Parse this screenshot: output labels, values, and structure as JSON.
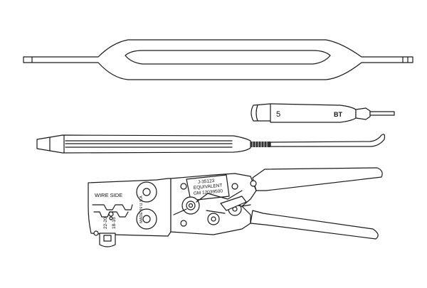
{
  "diagram": {
    "background": "#ffffff",
    "line_color": "#1a1a1a",
    "tools": {
      "pick_tool": {
        "label": "5",
        "brand": "BT"
      },
      "crimper": {
        "part_number": "J-35123",
        "equivalent": "EQUIVALENT",
        "gm_number": "GM 12039500",
        "wire_side": "WIRE SIDE",
        "gauge_small": "22-20",
        "gauge_large": "18-16",
        "origin": "MADE IN U.S.A"
      }
    }
  }
}
